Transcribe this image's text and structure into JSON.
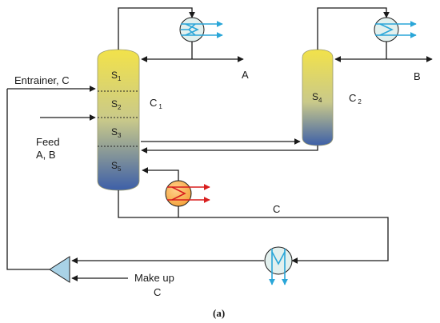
{
  "colors": {
    "column_top": "#f2e24a",
    "column_mid": "#c9c98a",
    "column_bottom": "#3d5fa8",
    "condenser_fill": "#e2f0ee",
    "condenser_coil": "#2aa6d8",
    "reboiler_fill": "#f4a23a",
    "reboiler_coil": "#d81e1e",
    "mixer_fill": "#a9d2e6",
    "line": "#1a1a1a"
  },
  "labels": {
    "entrainer": "Entrainer, C",
    "feed_line1": "Feed",
    "feed_line2": "A, B",
    "product_a": "A",
    "product_b": "B",
    "recycle_c": "C",
    "makeup_line1": "Make up",
    "makeup_line2": "C",
    "column1_letter": "C",
    "column1_index": "1",
    "column2_letter": "C",
    "column2_index": "2",
    "caption": "(a)"
  },
  "sections": [
    {
      "letter": "S",
      "index": "1"
    },
    {
      "letter": "S",
      "index": "2"
    },
    {
      "letter": "S",
      "index": "3"
    },
    {
      "letter": "S",
      "index": "4"
    },
    {
      "letter": "S",
      "index": "5"
    }
  ],
  "icons": {
    "condenser_1": "condenser-icon",
    "condenser_2": "condenser-icon",
    "reboiler": "reboiler-icon",
    "cooler": "cooler-icon",
    "mixer": "mixer-icon"
  }
}
